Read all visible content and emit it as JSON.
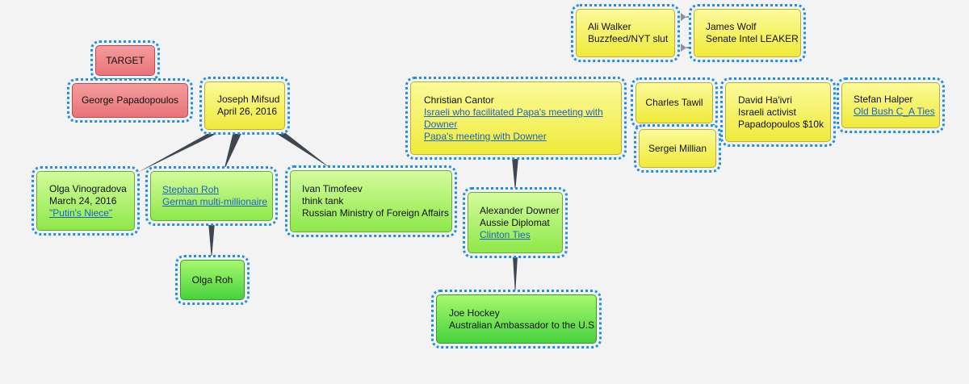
{
  "nodes": {
    "target": {
      "lines": [
        "TARGET"
      ]
    },
    "papadopoulos": {
      "lines": [
        "George Papadopoulos"
      ]
    },
    "mifsud": {
      "lines": [
        "Joseph Mifsud",
        "April 26, 2016"
      ]
    },
    "vinogradova": {
      "lines": [
        "Olga Vinogradova",
        "March 24, 2016"
      ],
      "link": "\"Putin's Niece\""
    },
    "roh": {
      "link1": "Stephan Roh",
      "link2": "German multi-millionaire"
    },
    "olga_roh": {
      "lines": [
        "Olga Roh"
      ]
    },
    "timofeev": {
      "lines": [
        "Ivan Timofeev",
        "think tank",
        "Russian Ministry of Foreign Affairs"
      ]
    },
    "cantor": {
      "lines": [
        "Christian Cantor"
      ],
      "link1": "Israeli who facilitated Papa's meeting with Downer",
      "link2": "Papa's meeting with Downer"
    },
    "downer": {
      "lines": [
        "Alexander Downer",
        "Aussie Diplomat"
      ],
      "link": "Clinton Ties"
    },
    "hockey": {
      "lines": [
        "Joe Hockey",
        "Australian Ambassador to the U.S"
      ]
    },
    "walker": {
      "lines": [
        "Ali Walker",
        "Buzzfeed/NYT slut"
      ]
    },
    "wolf": {
      "lines": [
        "James Wolf",
        "Senate Intel LEAKER"
      ]
    },
    "tawil": {
      "lines": [
        "Charles Tawil"
      ]
    },
    "millian": {
      "lines": [
        "Sergei Millian"
      ]
    },
    "haivri": {
      "lines": [
        "David Ha'ivri",
        "Israeli activist",
        "Papadopoulos $10k"
      ]
    },
    "halper": {
      "lines": [
        "Stefan Halper"
      ],
      "link": "Old Bush C_A Ties"
    }
  },
  "colors": {
    "edge": "#3f4650",
    "selection_outline": "#1e8fe6",
    "link": "#1a63c7",
    "red_node": "#ec7f84",
    "yellow_node": "#f4ef55",
    "green_node": "#b4f278",
    "bright_green_node": "#6ee04c",
    "background": "#f3f3f3"
  }
}
